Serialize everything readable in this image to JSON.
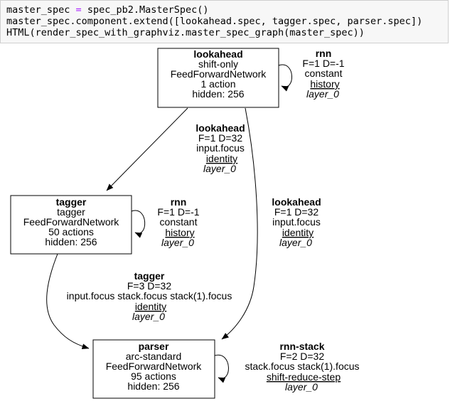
{
  "code_cell": {
    "line1_pre": "master_spec ",
    "line1_op": "=",
    "line1_post": " spec_pb2.MasterSpec()",
    "line2": "master_spec.component.extend([lookahead.spec, tagger.spec, parser.spec])",
    "line3": "HTML(render_spec_with_graphviz.master_spec_graph(master_spec))",
    "colors": {
      "background": "#f7f7f7",
      "border": "#cfcfcf",
      "text": "#000000",
      "operator": "#AA22FF"
    }
  },
  "graph": {
    "colors": {
      "background": "#ffffff",
      "node_border": "#000000",
      "edge": "#000000",
      "text": "#000000"
    },
    "nodes": {
      "lookahead": {
        "title": "lookahead",
        "lines": [
          "shift-only",
          "FeedForwardNetwork",
          "1 action",
          "hidden: 256"
        ]
      },
      "tagger": {
        "title": "tagger",
        "lines": [
          "tagger",
          "FeedForwardNetwork",
          "50 actions",
          "hidden: 256"
        ]
      },
      "parser": {
        "title": "parser",
        "lines": [
          "arc-standard",
          "FeedForwardNetwork",
          "95 actions",
          "hidden: 256"
        ]
      }
    },
    "edge_labels": {
      "lookahead_rnn": {
        "title": "rnn",
        "fd": "F=1 D=-1",
        "features": "constant",
        "translator": "history",
        "layer": "layer_0"
      },
      "lookahead_to_tagger": {
        "title": "lookahead",
        "fd": "F=1 D=32",
        "features": "input.focus",
        "translator": "identity",
        "layer": "layer_0"
      },
      "tagger_rnn": {
        "title": "rnn",
        "fd": "F=1 D=-1",
        "features": "constant",
        "translator": "history",
        "layer": "layer_0"
      },
      "lookahead_to_parser": {
        "title": "lookahead",
        "fd": "F=1 D=32",
        "features": "input.focus",
        "translator": "identity",
        "layer": "layer_0"
      },
      "tagger_to_parser": {
        "title": "tagger",
        "fd": "F=3 D=32",
        "features": "input.focus stack.focus stack(1).focus",
        "translator": "identity",
        "layer": "layer_0"
      },
      "parser_rnn_stack": {
        "title": "rnn-stack",
        "fd": "F=2 D=32",
        "features": "stack.focus stack(1).focus",
        "translator": "shift-reduce-step",
        "layer": "layer_0"
      }
    }
  }
}
